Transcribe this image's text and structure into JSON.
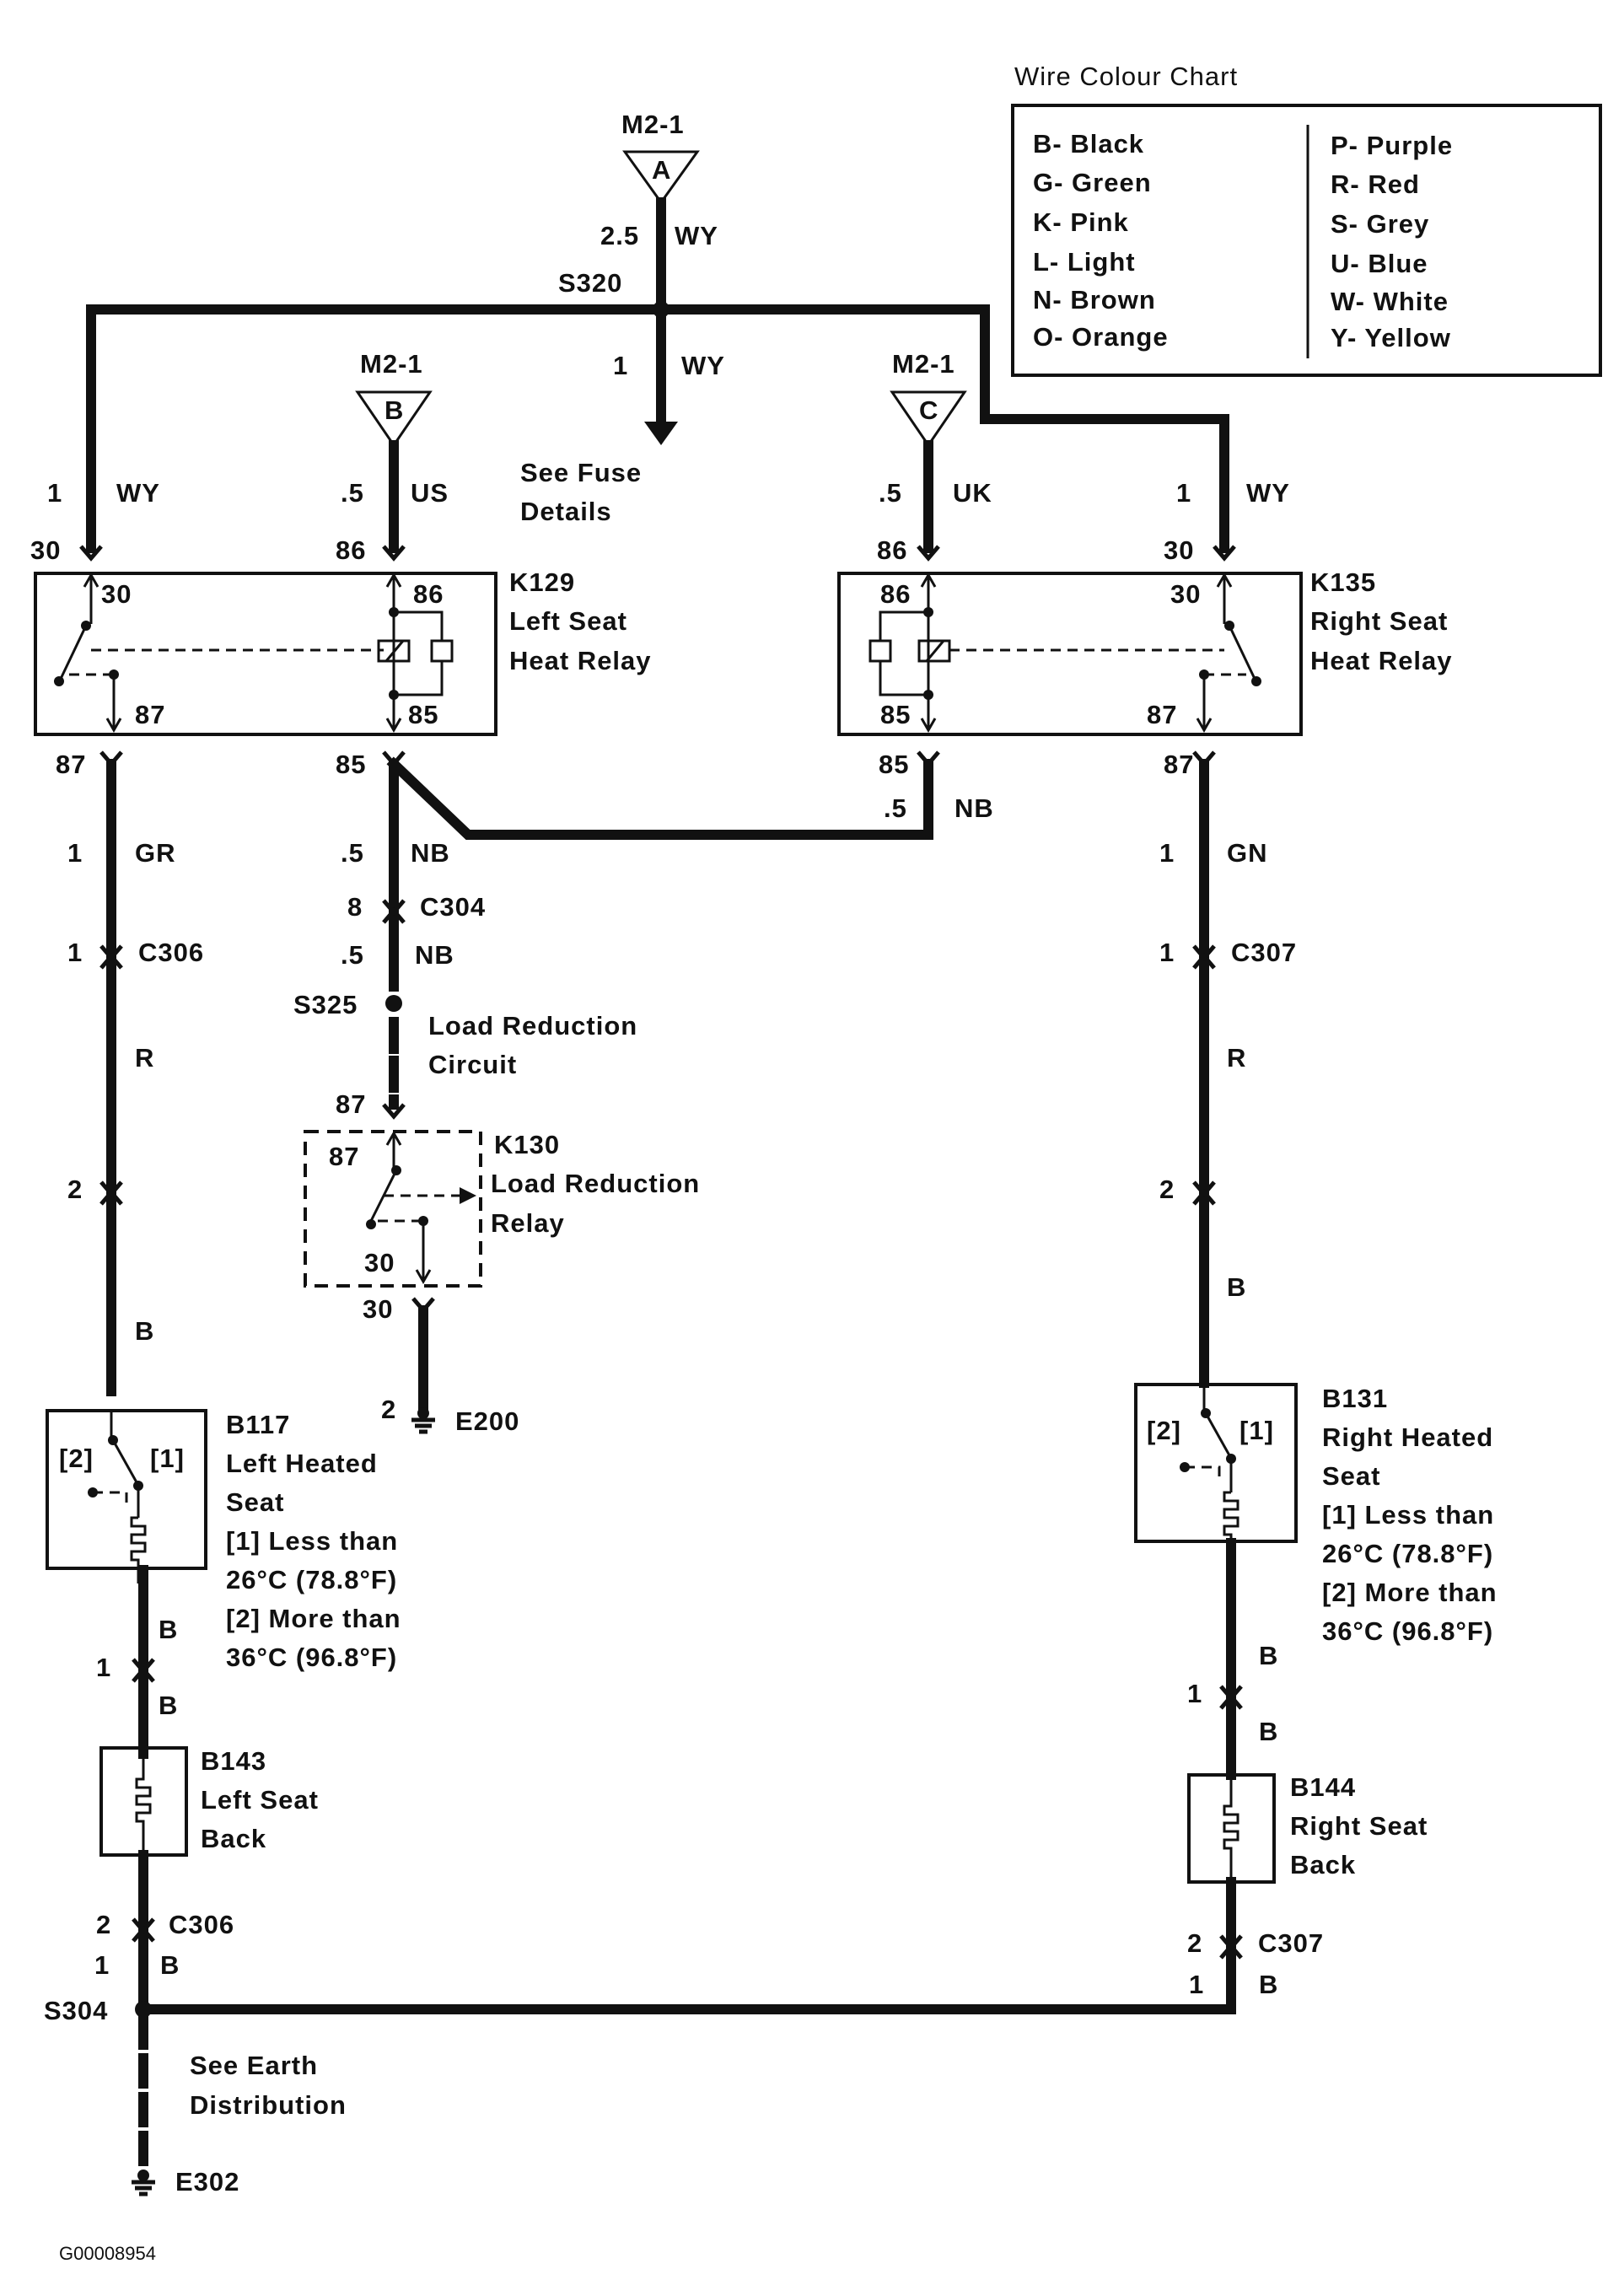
{
  "legend": {
    "title": "Wire Colour Chart",
    "left": [
      "B- Black",
      "G- Green",
      "K- Pink",
      "L- Light",
      "N- Brown",
      "O- Orange"
    ],
    "right": [
      "P- Purple",
      "R- Red",
      "S- Grey",
      "U- Blue",
      "W- White",
      "Y- Yellow"
    ]
  },
  "feeds": {
    "a": {
      "ref": "M2-1",
      "letter": "A"
    },
    "b": {
      "ref": "M2-1",
      "letter": "B"
    },
    "c": {
      "ref": "M2-1",
      "letter": "C"
    }
  },
  "wires": {
    "w1": {
      "size": "2.5",
      "color": "WY"
    },
    "s320": "S320",
    "w2": {
      "size": "1",
      "color": "WY"
    },
    "fuse_note": [
      "See Fuse",
      "Details"
    ],
    "w3": {
      "size": "1",
      "color": "WY"
    },
    "w4": {
      "size": ".5",
      "color": "US"
    },
    "w5": {
      "size": ".5",
      "color": "UK"
    },
    "w6": {
      "size": "1",
      "color": "WY"
    },
    "w7": {
      "size": ".5",
      "color": "NB"
    },
    "w8": {
      "size": "1",
      "color": "GR"
    },
    "w9": {
      "size": ".5",
      "color": "NB"
    },
    "w10": {
      "size": ".5",
      "color": "NB"
    },
    "w11": {
      "size": "1",
      "color": "GN"
    },
    "c304": {
      "pin": "8",
      "name": "C304"
    },
    "c306a": {
      "pin": "1",
      "name": "C306"
    },
    "c307a": {
      "pin": "1",
      "name": "C307"
    },
    "s325": "S325",
    "load_red_circuit": [
      "Load Reduction",
      "Circuit"
    ],
    "r_left": "R",
    "r_right": "R",
    "pin2_left": "2",
    "pin2_right": "2",
    "b_left": "B",
    "b_right": "B",
    "e200": {
      "pin": "2",
      "name": "E200"
    },
    "b_left2": "B",
    "b_left3": "B",
    "pin1_left": "1",
    "b_right2": "B",
    "b_right3": "B",
    "pin1_right": "1",
    "c306b": {
      "pin": "2",
      "name": "C306"
    },
    "c307b": {
      "pin": "2",
      "name": "C307"
    },
    "pin1_left_b": "1",
    "b_left4": "B",
    "pin1_right_b": "1",
    "b_right4": "B",
    "s304": "S304",
    "earth_note": [
      "See Earth",
      "Distribution"
    ],
    "e302": "E302"
  },
  "relays": {
    "k129": {
      "id": "K129",
      "name": [
        "Left Seat",
        "Heat Relay"
      ],
      "p30": "30",
      "p86": "86",
      "p87": "87",
      "p85": "85"
    },
    "k135": {
      "id": "K135",
      "name": [
        "Right Seat",
        "Heat Relay"
      ],
      "p30": "30",
      "p86": "86",
      "p87": "87",
      "p85": "85"
    },
    "k130": {
      "id": "K130",
      "name": [
        "Load Reduction",
        "Relay"
      ],
      "p87": "87",
      "p30": "30"
    }
  },
  "components": {
    "b117": {
      "id": "B117",
      "name": [
        "Left Heated",
        "Seat"
      ],
      "notes": [
        "[1] Less than",
        "26°C (78.8°F)",
        "[2] More than",
        "36°C (96.8°F)"
      ],
      "s2": "[2]",
      "s1": "[1]"
    },
    "b131": {
      "id": "B131",
      "name": [
        "Right Heated",
        "Seat"
      ],
      "notes": [
        "[1] Less than",
        "26°C (78.8°F)",
        "[2] More than",
        "36°C (96.8°F)"
      ],
      "s2": "[2]",
      "s1": "[1]"
    },
    "b143": {
      "id": "B143",
      "name": [
        "Left Seat",
        "Back"
      ]
    },
    "b144": {
      "id": "B144",
      "name": [
        "Right Seat",
        "Back"
      ]
    }
  },
  "figure_id": "G00008954"
}
